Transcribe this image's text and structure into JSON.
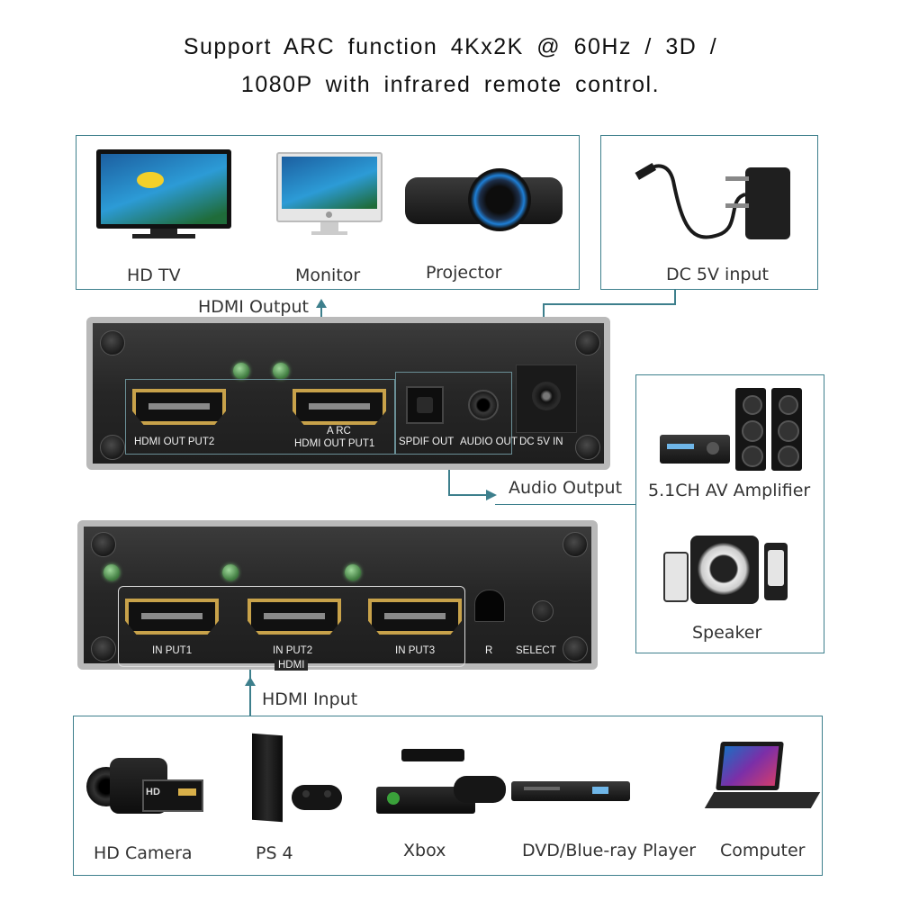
{
  "heading": {
    "line1": "Support ARC function 4Kx2K @ 60Hz / 3D /",
    "line2": "1080P with infrared remote control."
  },
  "output_devices": {
    "hdtv": "HD TV",
    "monitor": "Monitor",
    "projector": "Projector"
  },
  "power": {
    "label": "DC 5V input"
  },
  "audio_devices": {
    "amplifier": "5.1CH AV Amplifier",
    "speaker": "Speaker"
  },
  "input_devices": {
    "camera": "HD Camera",
    "ps4": "PS 4",
    "xbox": "Xbox",
    "dvd": "DVD/Blue-ray Player",
    "computer": "Computer"
  },
  "flows": {
    "hdmi_output": "HDMI Output",
    "audio_output": "Audio Output",
    "hdmi_input": "HDMI Input"
  },
  "rear_panel": {
    "out2": "HDMI OUT PUT2",
    "arc": "A RC",
    "out1": "HDMI OUT PUT1",
    "spdif": "SPDIF OUT",
    "audio": "AUDIO OUT",
    "dc": "DC 5V IN"
  },
  "front_panel": {
    "in1": "IN PUT1",
    "in2": "IN PUT2",
    "in3": "IN PUT3",
    "r": "R",
    "select": "SELECT",
    "hdmi": "HDMI"
  },
  "colors": {
    "accent": "#3d7f8c",
    "device": "#262626",
    "hdmi_gold": "#c8a24a",
    "led": "#6bb66b"
  }
}
